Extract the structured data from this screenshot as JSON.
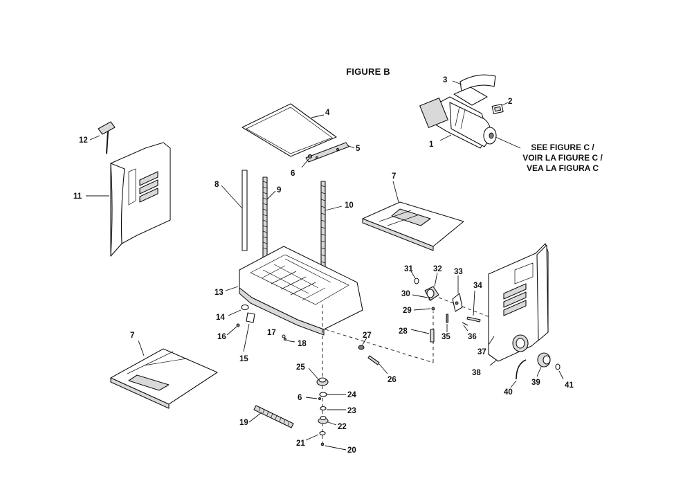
{
  "figure": {
    "title": "FIGURE B",
    "see_figure": [
      "SEE FIGURE C /",
      "VOIR LA FIGURE C /",
      "VEA LA FIGURA C"
    ]
  },
  "callouts": [
    "1",
    "2",
    "3",
    "4",
    "5",
    "6",
    "7",
    "8",
    "9",
    "10",
    "11",
    "12",
    "13",
    "14",
    "15",
    "16",
    "17",
    "18",
    "19",
    "20",
    "21",
    "22",
    "23",
    "24",
    "25",
    "26",
    "27",
    "28",
    "29",
    "30",
    "31",
    "32",
    "33",
    "34",
    "35",
    "36",
    "37",
    "38",
    "39",
    "40",
    "41"
  ],
  "repeat_callouts": {
    "six_b": "6",
    "seven_b": "7"
  },
  "colors": {
    "ink": "#111111",
    "paper": "#ffffff",
    "shade": "#d9d9d9"
  }
}
